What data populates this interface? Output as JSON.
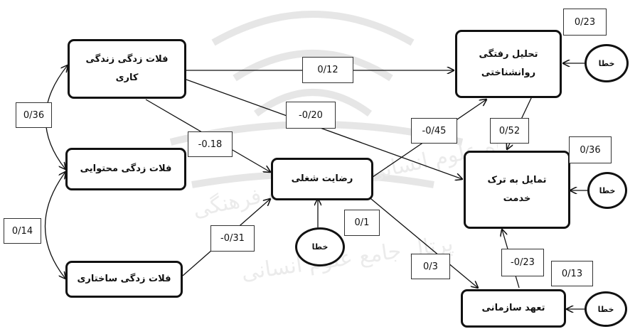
{
  "nodes": {
    "work_life_quality": "فلات زدگی زندگی\nکاری",
    "content_plateau": "فلات زدگی محتوایی",
    "structural_plateau": "فلات زدگی ساختاری",
    "job_satisfaction": "رضایت شغلی",
    "psych_burnout": "تحلیل رفتگی\nروانشناختی",
    "turnover_intention": "تمایل به ترک\nخدمت",
    "org_commitment": "تعهد سازمانی"
  },
  "errors": {
    "psych_burnout": "خطا",
    "turnover_intention": "خطا",
    "job_satisfaction": "خطا",
    "org_commitment": "خطا"
  },
  "coefficients": {
    "corr_work_content": "0/36",
    "corr_content_structural": "0/14",
    "work_to_burnout": "0/12",
    "work_to_turnover": "-0/20",
    "work_to_satisfaction": "-0.18",
    "structural_to_satisfaction": "-0/31",
    "satisfaction_to_burnout": "-0/45",
    "burnout_to_turnover": "0/52",
    "satisfaction_to_commitment": "0/3",
    "commitment_to_turnover": "-0/23",
    "err_satisfaction": "0/1",
    "err_burnout": "0/23",
    "err_turnover": "0/36",
    "err_commitment": "0/13"
  },
  "colors": {
    "stroke": "#111111",
    "watermark": "#e3e3e3"
  }
}
